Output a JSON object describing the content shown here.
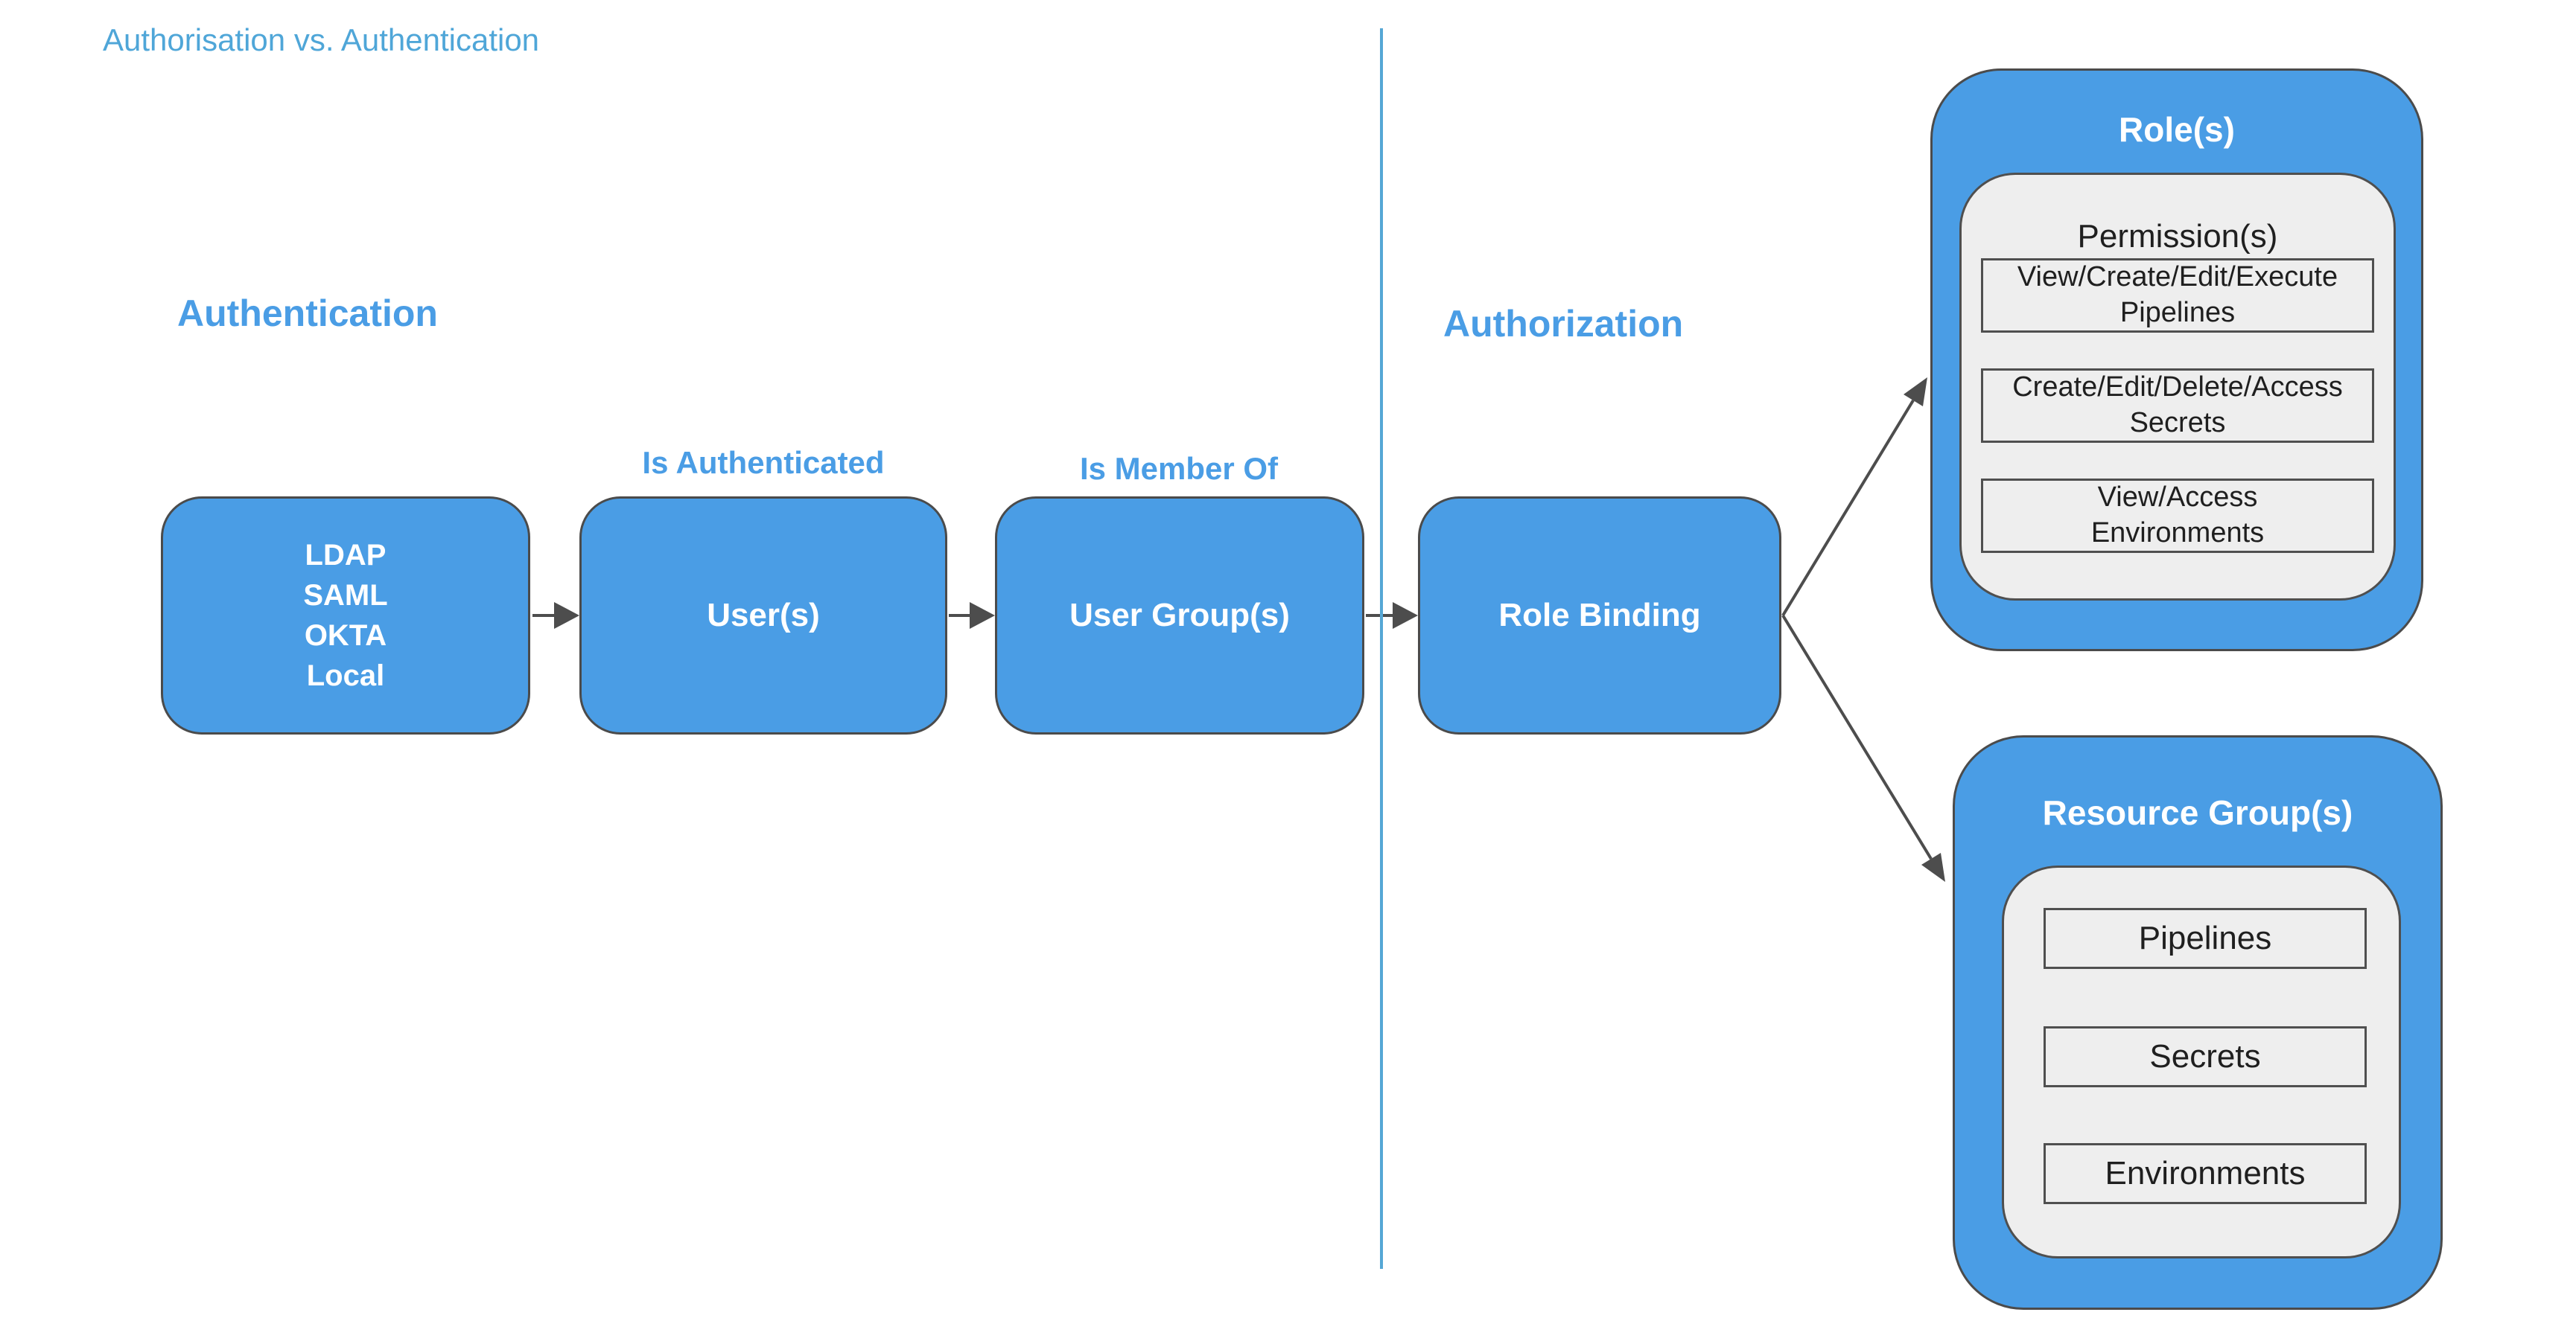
{
  "title": "Authorisation vs. Authentication",
  "colors": {
    "blue": "#4A9DE5",
    "title_blue": "#4FA6D8",
    "divider_blue": "#55A7D5",
    "border_gray": "#4B4B4B",
    "panel_gray": "#EEEEEE",
    "panel_border": "#4F4F4F",
    "arrow_gray": "#4D4D4D",
    "text_dark": "#1F1F1F"
  },
  "sections": {
    "authentication_heading": "Authentication",
    "authorization_heading": "Authorization"
  },
  "flow": {
    "identity_providers_box": {
      "lines": [
        "LDAP",
        "SAML",
        "OKTA",
        "Local"
      ]
    },
    "users_box": {
      "label": "User(s)"
    },
    "user_groups_box": {
      "label": "User Group(s)"
    },
    "role_binding_box": {
      "label": "Role Binding"
    },
    "edge_labels": {
      "is_authenticated": "Is Authenticated",
      "is_member_of": "Is Member Of"
    }
  },
  "roles_group": {
    "title": "Role(s)",
    "permissions_panel": {
      "title": "Permission(s)",
      "items": [
        [
          "View/Create/Edit/Execute",
          "Pipelines"
        ],
        [
          "Create/Edit/Delete/Access",
          "Secrets"
        ],
        [
          "View/Access",
          "Environments"
        ]
      ]
    }
  },
  "resource_group": {
    "title": "Resource Group(s)",
    "items": [
      "Pipelines",
      "Secrets",
      "Environments"
    ]
  }
}
